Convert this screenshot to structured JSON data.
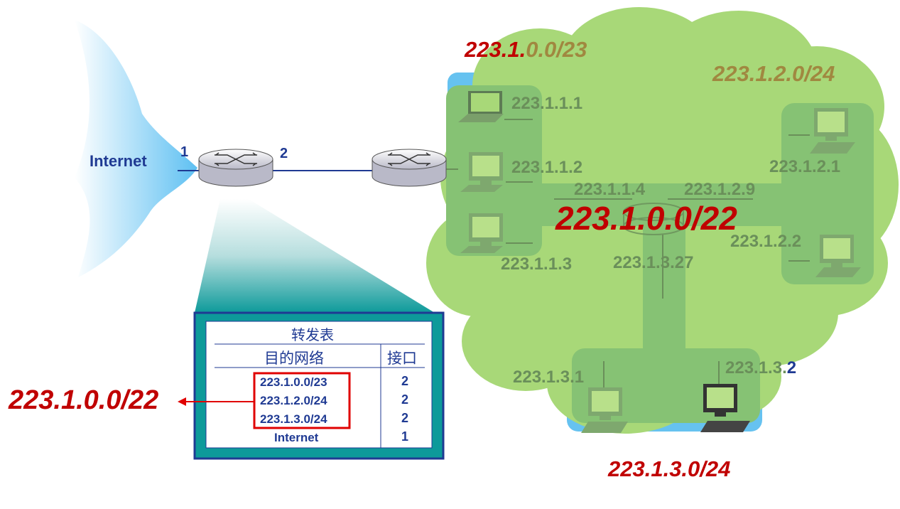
{
  "internet_label": "Internet",
  "router1": {
    "port1": "1",
    "port2": "2"
  },
  "aggregate_label": "223.1.0.0/22",
  "aggregate_center": "223.1.0.0/22",
  "subnets": {
    "top": "223.1.0.0/23",
    "top_red": "223.1.",
    "top_olive": "0.0/23",
    "right": "223.1.2.0/24",
    "bottom": "223.1.3.0/24"
  },
  "hosts": {
    "h1": "223.1.1.1",
    "h2": "223.1.1.2",
    "h3": "223.1.1.3",
    "r_left": "223.1.1.4",
    "r_right": "223.1.2.9",
    "r_bottom": "223.1.3.27",
    "h21": "223.1.2.1",
    "h22": "223.1.2.2",
    "h31": "223.1.3.1",
    "h32_prefix": "223.1.3.",
    "h32_suffix": "2"
  },
  "table": {
    "title": "转发表",
    "col_dest": "目的网络",
    "col_iface": "接口",
    "rows": [
      {
        "dest": "223.1.0.0/23",
        "iface": "2"
      },
      {
        "dest": "223.1.2.0/24",
        "iface": "2"
      },
      {
        "dest": "223.1.3.0/24",
        "iface": "2"
      },
      {
        "dest": "Internet",
        "iface": "1"
      }
    ]
  },
  "colors": {
    "cloud": "#a8d878",
    "cloud_dark": "#86c274",
    "lan_blue": "#66c2f0",
    "teal": "#009999",
    "table_border": "#1f3a93",
    "highlight": "#e00000",
    "red_text": "#c00000"
  }
}
